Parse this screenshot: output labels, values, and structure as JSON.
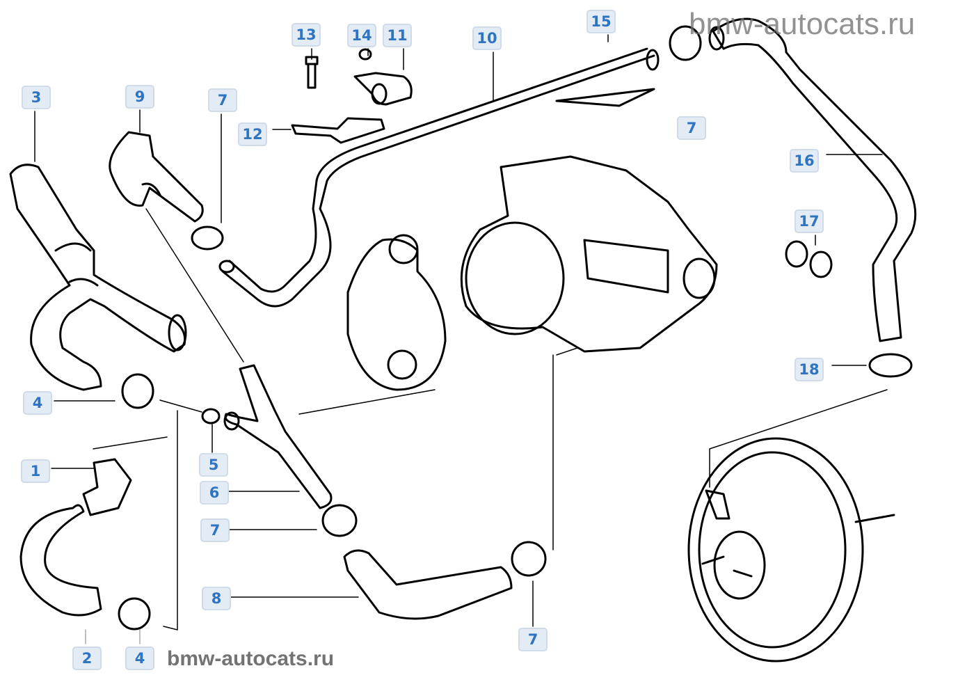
{
  "watermark": "bmw-autocats.ru",
  "watermark_bottom": "bmw-autocats.ru",
  "colors": {
    "label_text": "#2f74c0",
    "label_bg": "#e3ebf5",
    "line": "#000000"
  },
  "labels": [
    {
      "id": "3"
    },
    {
      "id": "9"
    },
    {
      "id": "7"
    },
    {
      "id": "13"
    },
    {
      "id": "14"
    },
    {
      "id": "11"
    },
    {
      "id": "10"
    },
    {
      "id": "15"
    },
    {
      "id": "12"
    },
    {
      "id": "7"
    },
    {
      "id": "16"
    },
    {
      "id": "17"
    },
    {
      "id": "18"
    },
    {
      "id": "4"
    },
    {
      "id": "1"
    },
    {
      "id": "5"
    },
    {
      "id": "6"
    },
    {
      "id": "7"
    },
    {
      "id": "8"
    },
    {
      "id": "7"
    },
    {
      "id": "2"
    },
    {
      "id": "4"
    }
  ]
}
